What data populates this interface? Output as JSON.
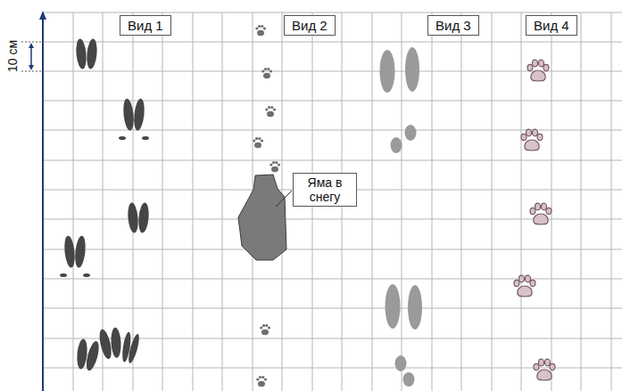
{
  "diagram": {
    "nodes": [
      {
        "text": [
          "Вид 1"
        ]
      },
      {
        "text": [
          "Вид 2"
        ]
      },
      {
        "text": [
          "Вид 3"
        ]
      },
      {
        "text": [
          "Вид 4"
        ]
      },
      {
        "text": [
          "Яма в снегу"
        ]
      }
    ],
    "labels": [
      "10 см"
    ]
  }
}
